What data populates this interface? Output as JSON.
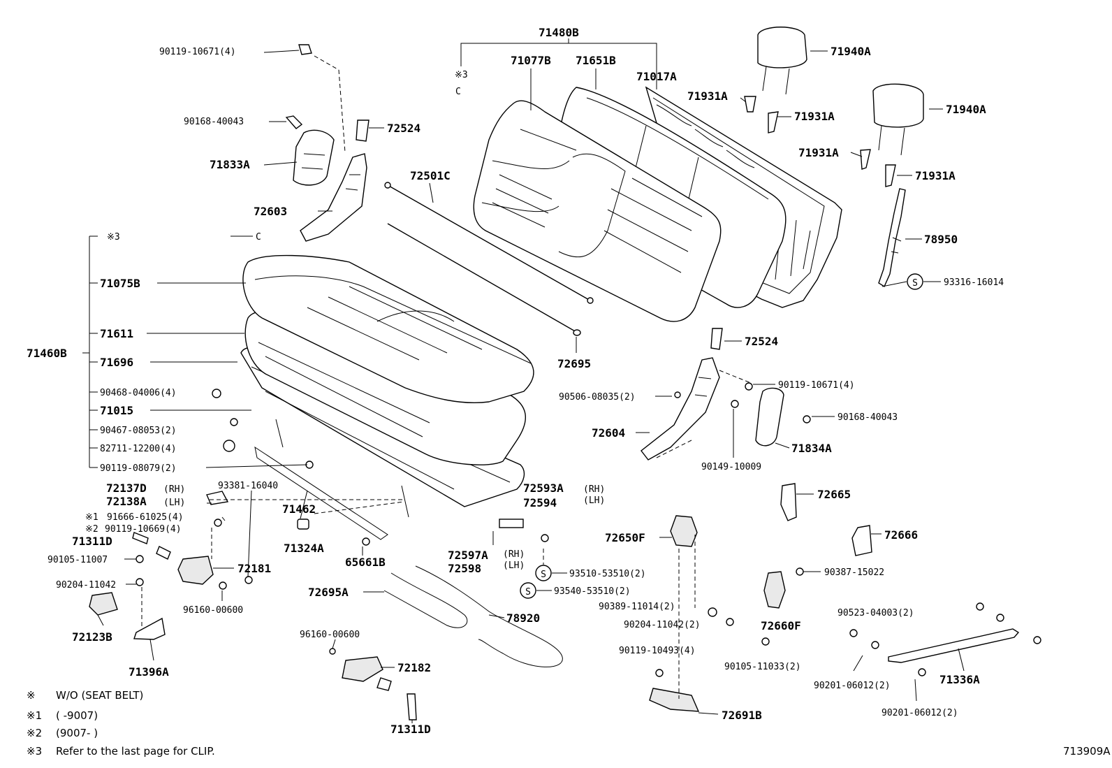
{
  "labels": {
    "p90119_10671_top": "90119-10671(4)",
    "p90168_40043_top": "90168-40043",
    "p72524_top": "72524",
    "p71833A": "71833A",
    "p72603": "72603",
    "p72501C": "72501C",
    "clip3_top_mark": "※3",
    "clip3_left_mark": "※3",
    "p71480B": "71480B",
    "p71077B": "71077B",
    "p71651B": "71651B",
    "p71017A": "71017A",
    "p71940A_1": "71940A",
    "p71940A_2": "71940A",
    "p71931A_1": "71931A",
    "p71931A_2": "71931A",
    "p71931A_3": "71931A",
    "p71931A_4": "71931A",
    "p78950": "78950",
    "p93316_16014": "93316-16014",
    "p71075B": "71075B",
    "p71611": "71611",
    "p71460B": "71460B",
    "p71696": "71696",
    "p90468_04006": "90468-04006(4)",
    "p71015": "71015",
    "p90467_08053": "90467-08053(2)",
    "p82711_12200": "82711-12200(4)",
    "p90119_08079": "90119-08079(2)",
    "p72695": "72695",
    "p72524_mid": "72524",
    "p90119_10671_mid": "90119-10671(4)",
    "p90506_08035": "90506-08035(2)",
    "p90168_40043_mid": "90168-40043",
    "p72604": "72604",
    "p71834A": "71834A",
    "p90149_10009": "90149-10009",
    "p72137D": "72137D",
    "p72137D_side": "(RH)",
    "p72138A": "72138A",
    "p72138A_side": "(LH)",
    "p93381_16040": "93381-16040",
    "p71462": "71462",
    "p72593A": "72593A",
    "p72593A_side": "(RH)",
    "p72594": "72594",
    "p72594_side": "(LH)",
    "p72665": "72665",
    "p91666_61025": "91666-61025(4)",
    "p91666_mark": "※1",
    "p90119_10669": "90119-10669(4)",
    "p90119_10669_mark": "※2",
    "p71311D_left": "71311D",
    "p71324A": "71324A",
    "p65661B": "65661B",
    "p72650F": "72650F",
    "p72666": "72666",
    "p90105_11007": "90105-11007",
    "p72181": "72181",
    "p72597A": "72597A",
    "p72597A_side": "(RH)",
    "p72598": "72598",
    "p72598_side": "(LH)",
    "p93510_53510": "93510-53510(2)",
    "p90387_15022": "90387-15022",
    "p90204_11042_left": "90204-11042",
    "p93540_53510": "93540-53510(2)",
    "p72695A": "72695A",
    "p96160_00600_left": "96160-00600",
    "p90389_11014": "90389-11014(2)",
    "p90523_04003": "90523-04003(2)",
    "p78920": "78920",
    "p90204_11042_mid": "90204-11042(2)",
    "p72660F": "72660F",
    "p72123B": "72123B",
    "p96160_00600_mid": "96160-00600",
    "p90119_10493": "90119-10493(4)",
    "p90105_11033": "90105-11033(2)",
    "p71396A": "71396A",
    "p72182": "72182",
    "p71336A": "71336A",
    "p90201_06012_1": "90201-06012(2)",
    "p90201_06012_2": "90201-06012(2)",
    "p72691B": "72691B",
    "p71311D_bottom": "71311D"
  },
  "notes": {
    "wo_mark": "※",
    "wo_text": "W/O (SEAT BELT)",
    "n1_mark": "※1",
    "n1_text": "(      -9007)",
    "n2_mark": "※2",
    "n2_text": "(9007-      )",
    "n3_mark": "※3",
    "n3_text": "Refer to the last page for CLIP."
  },
  "figure_id": "713909A",
  "seal_marks": [
    "S",
    "S",
    "S"
  ]
}
